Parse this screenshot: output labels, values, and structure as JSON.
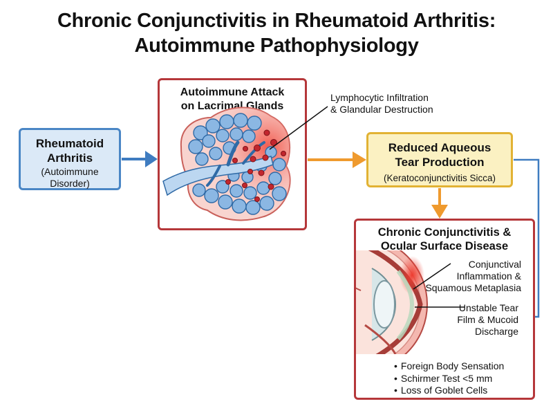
{
  "title": {
    "line1": "Chronic Conjunctivitis in Rheumatoid Arthritis:",
    "line2": "Autoimmune Pathophysiology"
  },
  "nodes": {
    "ra": {
      "title_line1": "Rheumatoid",
      "title_line2": "Arthritis",
      "sub_line1": "(Autoimmune",
      "sub_line2": "Disorder)"
    },
    "gland": {
      "title_line1": "Autoimmune Attack",
      "title_line2": "on Lacrimal Glands"
    },
    "tear": {
      "title_line1": "Reduced Aqueous",
      "title_line2": "Tear Production",
      "sub": "(Keratoconjunctivitis Sicca)"
    },
    "conj": {
      "title_line1": "Chronic Conjunctivitis &",
      "title_line2": "Ocular Surface Disease"
    }
  },
  "annotations": {
    "infiltration": {
      "line1": "Lymphocytic Infiltration",
      "line2": "& Glandular Destruction"
    },
    "inflammation": {
      "line1": "Conjunctival",
      "line2": "Inflammation &",
      "line3": "Squamous Metaplasia"
    },
    "tearfilm": {
      "line1": "Unstable Tear",
      "line2": "Film & Mucoid",
      "line3": "Discharge"
    }
  },
  "symptoms": [
    "Foreign Body Sensation",
    "Schirmer Test <5 mm",
    "Loss of Goblet Cells"
  ],
  "colors": {
    "blue_fill": "#dbe9f7",
    "blue_border": "#4a86c5",
    "red_border": "#b5373a",
    "yellow_fill": "#fbf1c2",
    "yellow_border": "#e2b233",
    "arrow_blue": "#3f7cc0",
    "arrow_orange": "#ef9a2e"
  }
}
